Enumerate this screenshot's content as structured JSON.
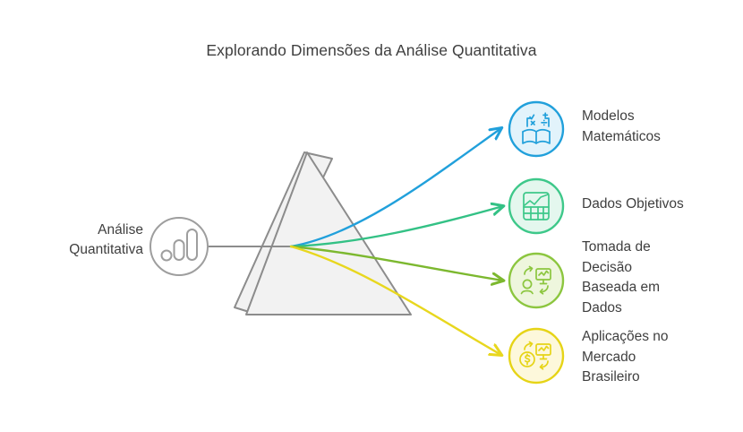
{
  "title": "Explorando Dimensões da Análise Quantitativa",
  "source": {
    "label": "Análise\nQuantitativa",
    "icon": "bar-chart-icon",
    "circle_stroke": "#9e9e9e",
    "circle_fill": "#ffffff",
    "connector_color": "#8c8c8c"
  },
  "prism": {
    "name": "prism-shape",
    "stroke": "#8c8c8c",
    "fill": "#f2f2f2"
  },
  "branches": [
    {
      "label": "Modelos\nMatemáticos",
      "icon": "math-book-icon",
      "color": "#21a0db",
      "bg": "#e2f3fb",
      "ray_color": "#21a0db"
    },
    {
      "label": "Dados Objetivos",
      "icon": "spreadsheet-chart-icon",
      "color": "#3ec88a",
      "bg": "#e4f7ee",
      "ray_color": "#33c185"
    },
    {
      "label": "Tomada de\nDecisão\nBaseada em\nDados",
      "icon": "person-dashboard-icon",
      "color": "#8cc63f",
      "bg": "#eef6dd",
      "ray_color": "#7cb82f"
    },
    {
      "label": "Aplicações no\nMercado\nBrasileiro",
      "icon": "money-dashboard-icon",
      "color": "#e6d417",
      "bg": "#fdf8db",
      "ray_color": "#e8d71e"
    }
  ],
  "colors": {
    "text": "#3f3f3f",
    "background": "#ffffff"
  }
}
